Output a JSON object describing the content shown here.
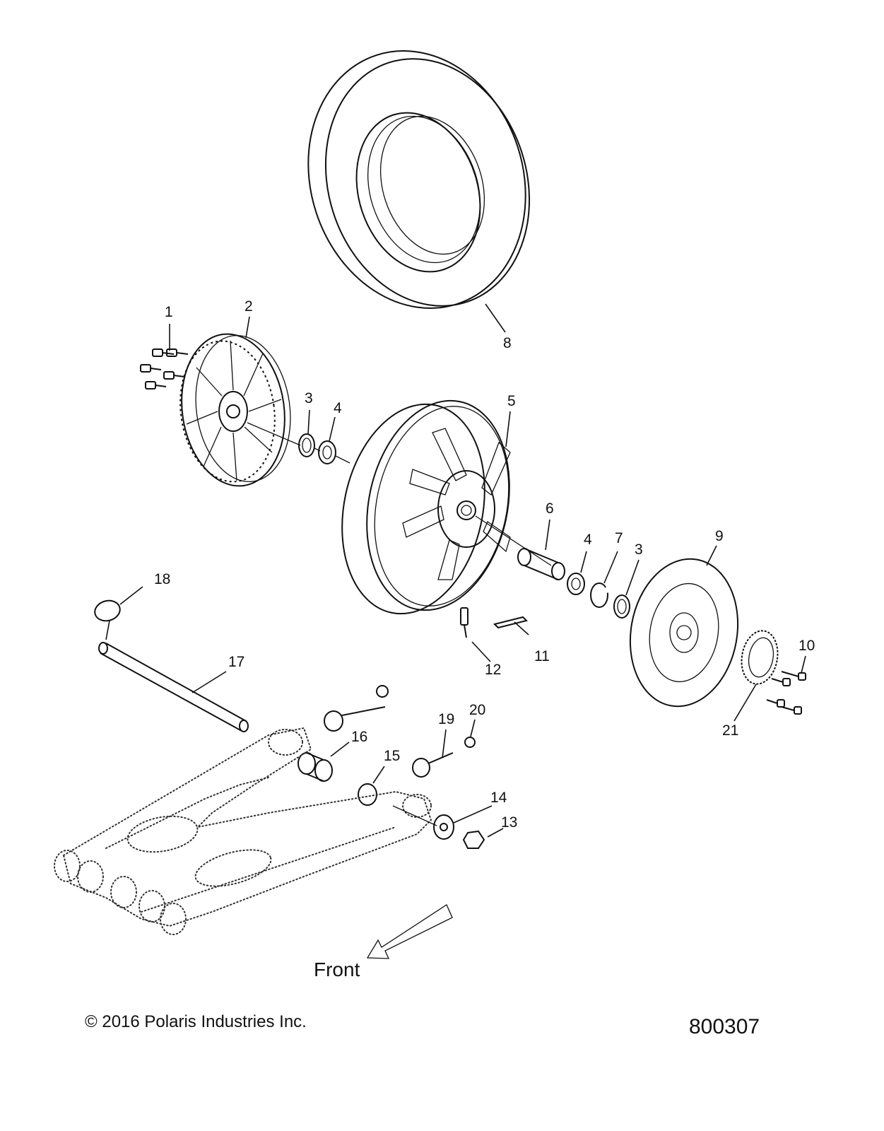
{
  "diagram": {
    "callouts": [
      {
        "id": "1",
        "label": "1"
      },
      {
        "id": "2",
        "label": "2"
      },
      {
        "id": "3a",
        "label": "3"
      },
      {
        "id": "4a",
        "label": "4"
      },
      {
        "id": "5",
        "label": "5"
      },
      {
        "id": "6",
        "label": "6"
      },
      {
        "id": "4b",
        "label": "4"
      },
      {
        "id": "7",
        "label": "7"
      },
      {
        "id": "3b",
        "label": "3"
      },
      {
        "id": "8",
        "label": "8"
      },
      {
        "id": "9",
        "label": "9"
      },
      {
        "id": "10",
        "label": "10"
      },
      {
        "id": "11",
        "label": "11"
      },
      {
        "id": "12",
        "label": "12"
      },
      {
        "id": "13",
        "label": "13"
      },
      {
        "id": "14",
        "label": "14"
      },
      {
        "id": "15",
        "label": "15"
      },
      {
        "id": "16",
        "label": "16"
      },
      {
        "id": "17",
        "label": "17"
      },
      {
        "id": "18",
        "label": "18"
      },
      {
        "id": "19",
        "label": "19"
      },
      {
        "id": "20",
        "label": "20"
      },
      {
        "id": "21",
        "label": "21"
      }
    ],
    "front_label": "Front",
    "copyright": "© 2016 Polaris Industries Inc.",
    "reference_number": "800307"
  }
}
